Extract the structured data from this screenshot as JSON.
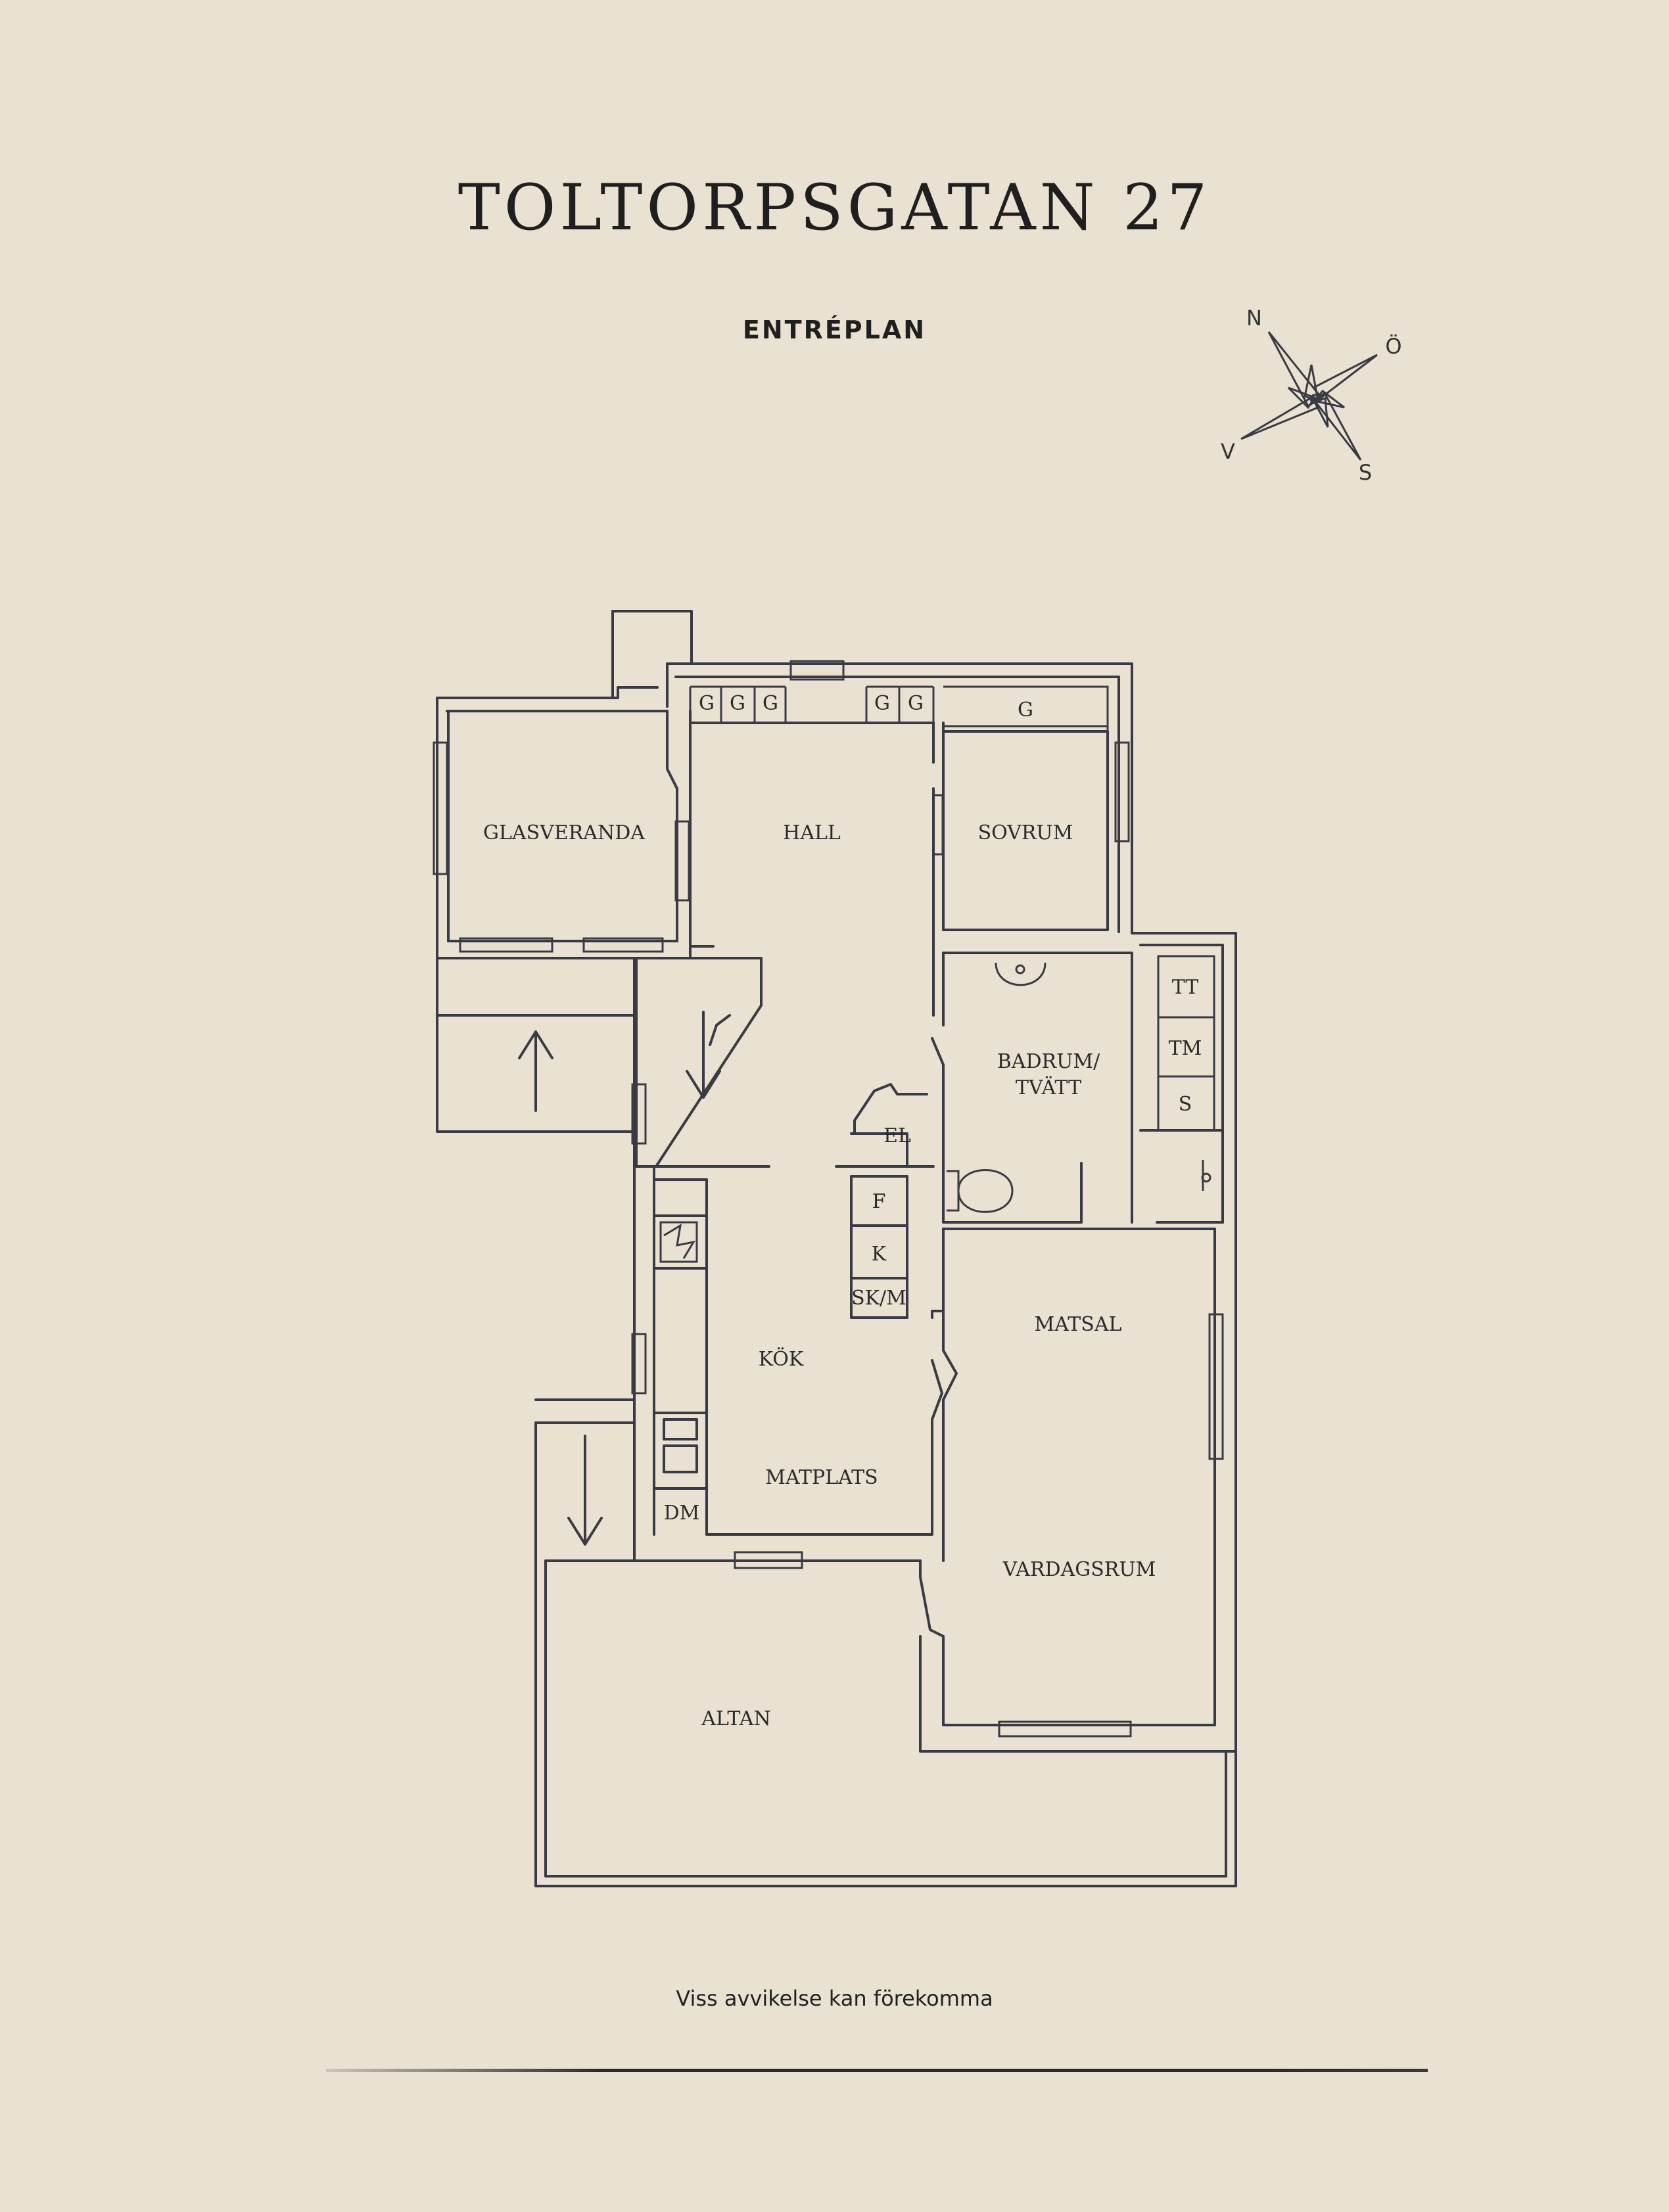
{
  "header": {
    "title": "TOLTORPSGATAN 27",
    "subtitle": "ENTRÉPLAN"
  },
  "compass": {
    "north": "N",
    "east": "Ö",
    "south": "S",
    "west": "V"
  },
  "rooms": {
    "glasveranda": "GLASVERANDA",
    "hall": "HALL",
    "sovrum": "SOVRUM",
    "badrum_line1": "BADRUM/",
    "badrum_line2": "TVÄTT",
    "kok": "KÖK",
    "matplats": "MATPLATS",
    "matsal": "MATSAL",
    "vardagsrum": "VARDAGSRUM",
    "altan": "ALTAN"
  },
  "fixtures": {
    "g1": "G",
    "g2": "G",
    "g3": "G",
    "g4": "G",
    "g5": "G",
    "g6": "G",
    "tt": "TT",
    "tm": "TM",
    "s": "S",
    "el": "EL",
    "f": "F",
    "k": "K",
    "skm": "SK/M",
    "dm": "DM"
  },
  "footer": {
    "disclaimer": "Viss avvikelse kan förekomma"
  }
}
